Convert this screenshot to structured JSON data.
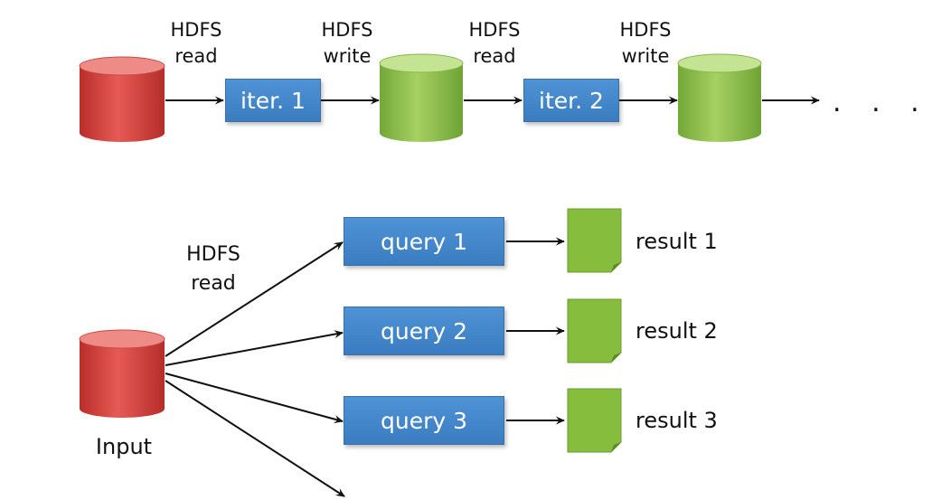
{
  "top_row": {
    "labels": [
      {
        "line1": "HDFS",
        "line2": "read"
      },
      {
        "line1": "HDFS",
        "line2": "write"
      },
      {
        "line1": "HDFS",
        "line2": "read"
      },
      {
        "line1": "HDFS",
        "line2": "write"
      }
    ],
    "iterations": [
      "iter. 1",
      "iter. 2"
    ],
    "continuation": ". . ."
  },
  "bottom_row": {
    "read_label": {
      "line1": "HDFS",
      "line2": "read"
    },
    "input_label": "Input",
    "queries": [
      "query 1",
      "query 2",
      "query 3"
    ],
    "results": [
      "result 1",
      "result 2",
      "result 3"
    ]
  },
  "colors": {
    "storage_red": "#d8443f",
    "storage_green": "#8fc24a",
    "process_blue": "#4a8ad0",
    "result_green": "#86bd3d"
  }
}
